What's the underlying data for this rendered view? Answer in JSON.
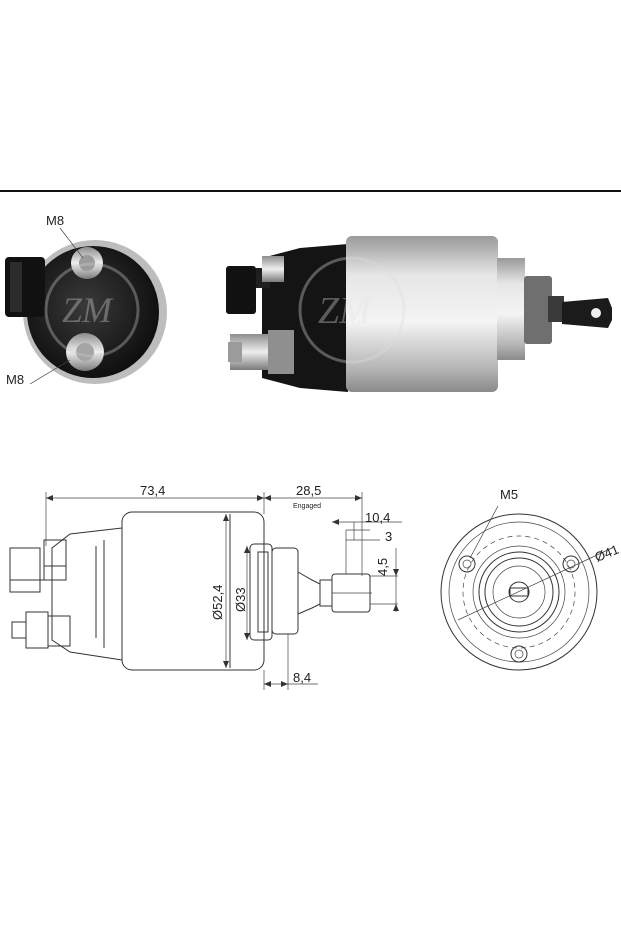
{
  "photo_labels": {
    "terminal_top": "M8",
    "terminal_bottom": "M8"
  },
  "dimensions": {
    "overall_length": "73,4",
    "stroke_engaged": "28,5",
    "engaged_note": "Engaged",
    "tab_length": "10,4",
    "tab_offset": "3",
    "tab_width": "4,5",
    "body_diameter": "Ø52,4",
    "nose_diameter": "Ø33",
    "nose_length": "8,4",
    "mount_thread": "M5",
    "bolt_circle": "Ø41"
  },
  "colors": {
    "line": "#333333",
    "body_silver": "#c9c9c9",
    "cap_black": "#1a1a1a",
    "rule": "#111111"
  }
}
